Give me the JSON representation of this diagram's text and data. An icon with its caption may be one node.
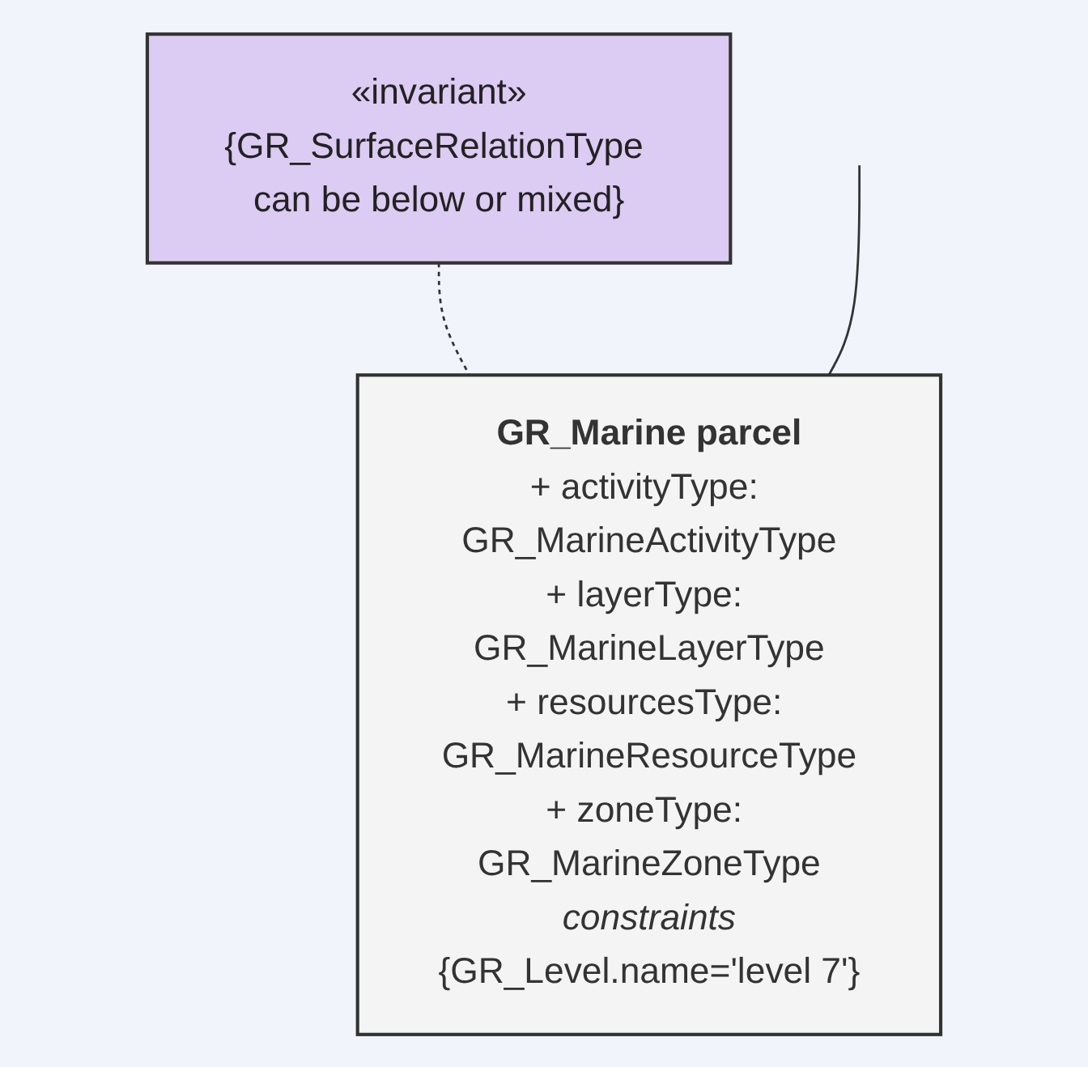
{
  "diagram": {
    "nodes": [
      {
        "text": [
          "«invariant»",
          "{GR_SurfaceRelationType can be below or mixed}"
        ]
      },
      {
        "text": [
          "GR_Marine parcel",
          "+ activityType: GR_MarineActivityType",
          "+ layerType: GR_MarineLayerType",
          "+ resourcesType: GR_MarineResourceType",
          "+ zoneType: GR_MarineZoneType",
          "constraints",
          "{GR_Level.name='level 7'}"
        ]
      }
    ],
    "edges": [
      {
        "from": 0,
        "to": 1,
        "arrow": "none",
        "style": "dashed"
      },
      {
        "from": null,
        "to": 1,
        "arrow": "none"
      }
    ]
  }
}
